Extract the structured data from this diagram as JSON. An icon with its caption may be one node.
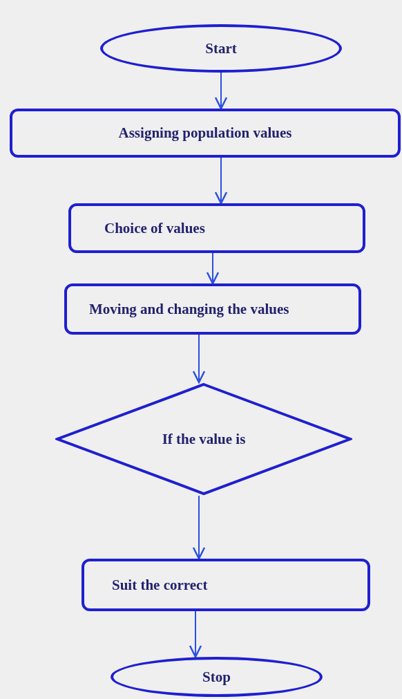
{
  "diagram": {
    "nodes": [
      {
        "text": [
          "Start"
        ]
      },
      {
        "text": [
          "Assigning population values"
        ]
      },
      {
        "text": [
          "Choice of values"
        ]
      },
      {
        "text": [
          "Moving and changing the values"
        ]
      },
      {
        "text": [
          "If the value is"
        ]
      },
      {
        "text": [
          "Suit the correct"
        ]
      },
      {
        "text": [
          "Stop"
        ]
      }
    ],
    "edges": [
      {
        "from": 0,
        "to": 1,
        "arrow": "to"
      },
      {
        "from": 1,
        "to": 2,
        "arrow": "to"
      },
      {
        "from": 2,
        "to": 3,
        "arrow": "to"
      },
      {
        "from": 3,
        "to": 4,
        "arrow": "to"
      },
      {
        "from": 4,
        "to": 5,
        "arrow": "to"
      },
      {
        "from": 5,
        "to": 6,
        "arrow": "to"
      }
    ]
  }
}
